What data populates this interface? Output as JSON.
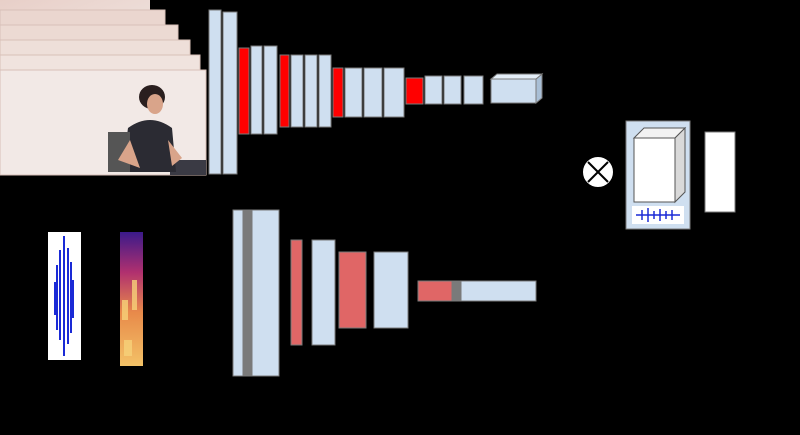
{
  "colors": {
    "background": "#000000",
    "conv_light": "#cfdff0",
    "conv_red": "#ff0000",
    "audio_red": "#e06666",
    "edge_gray": "#7a7a7a",
    "waveform_blue": "#1a2ad6",
    "box_white": "#ffffff"
  },
  "icons": {
    "video_frames": "video-frames-stack",
    "person": "seated-person-photo",
    "waveform": "audio-waveform",
    "spectrogram": "spectrogram",
    "fusion": "circle-times-operator",
    "audio_clip": "waveform-thumbnail"
  },
  "text": {}
}
